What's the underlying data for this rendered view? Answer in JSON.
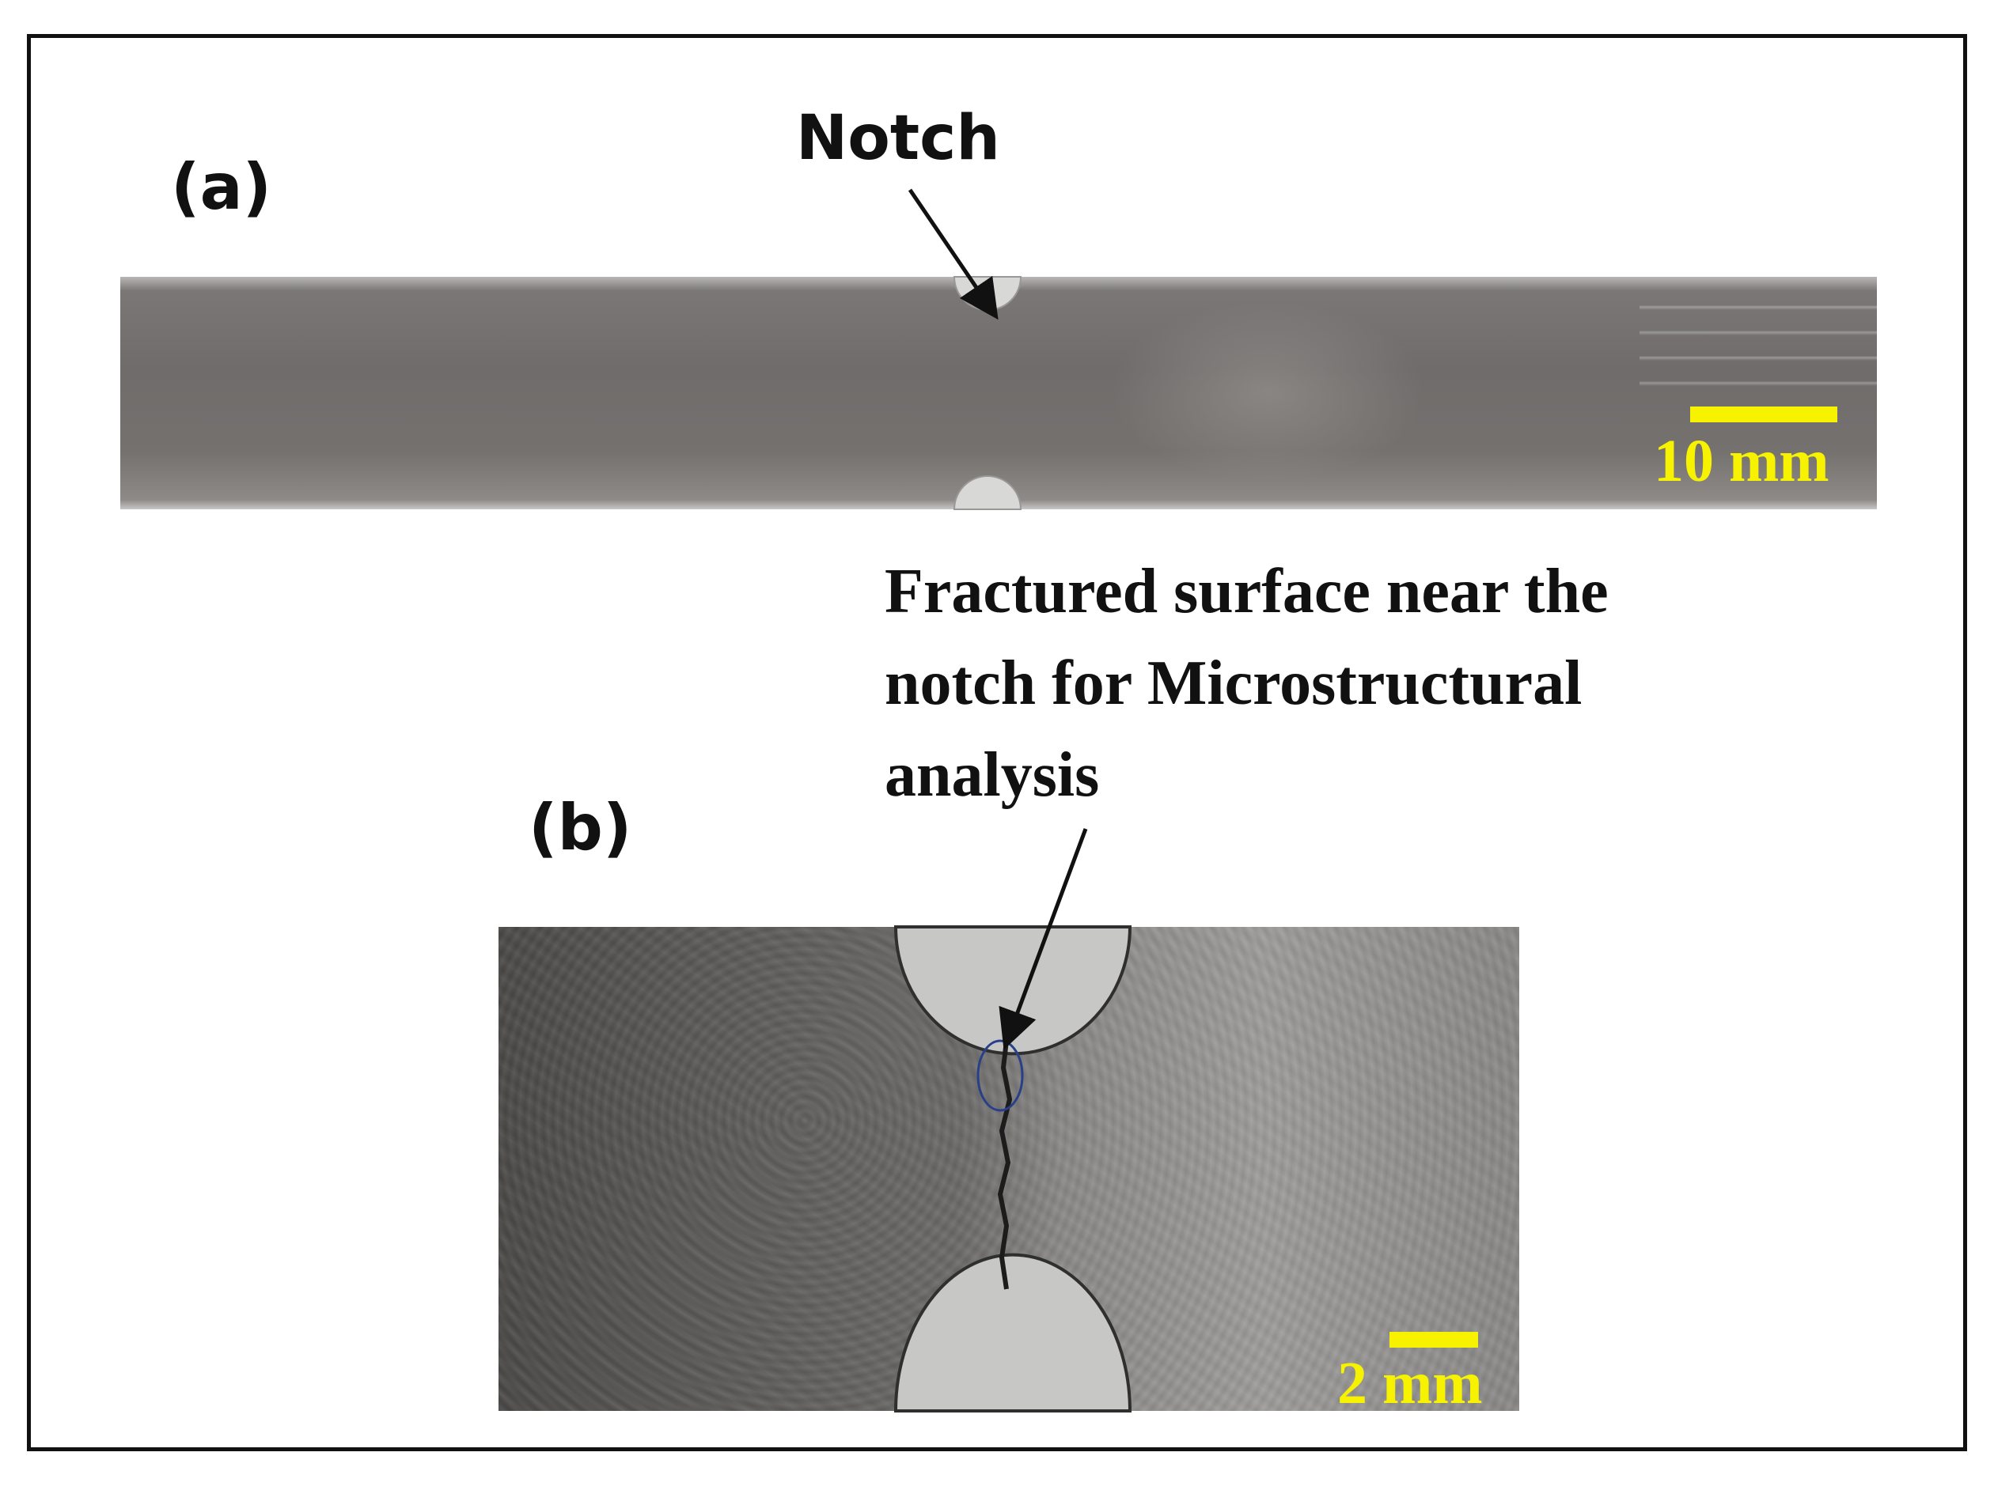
{
  "figure": {
    "panel_a_label": "(a)",
    "panel_b_label": "(b)",
    "notch_label": "Notch",
    "fracture_label_lines": [
      "Fractured surface near the",
      "notch for Microstructural",
      "analysis"
    ],
    "scale_a_text": "10 mm",
    "scale_b_text": "2 mm"
  },
  "colors": {
    "scale_bar": "#f6f200",
    "text": "#111111",
    "frame": "#111111",
    "specimen_gray": "#6f6c6b",
    "notch_fill": "#d8d8d6"
  }
}
